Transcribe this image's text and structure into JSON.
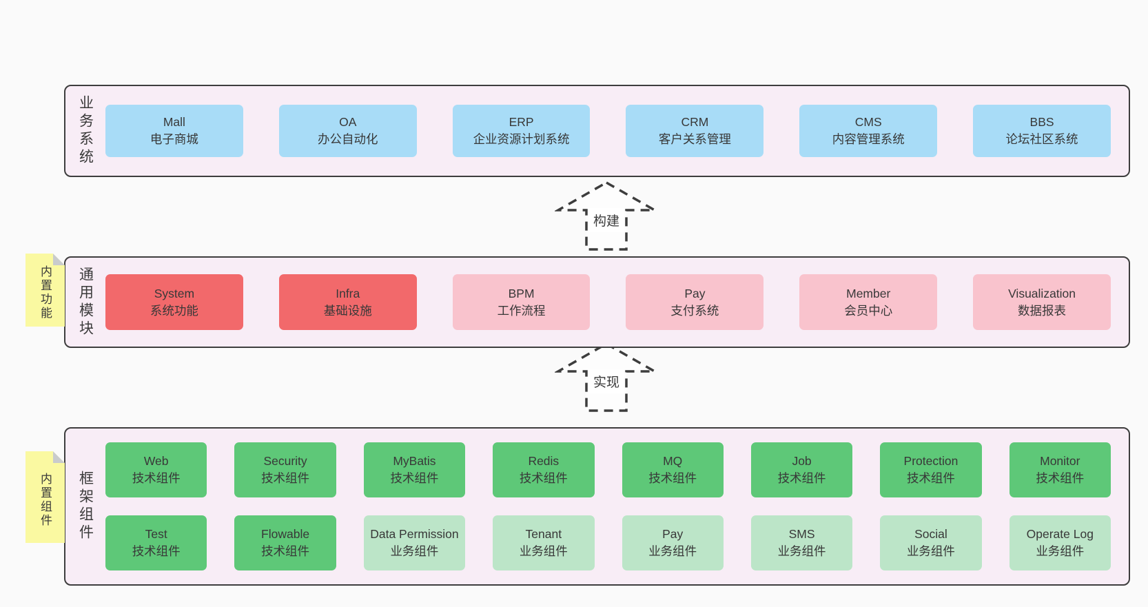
{
  "colors": {
    "page-background": "#fafafa",
    "container-fill": "#f8edf6",
    "outline": "#3d3d3d",
    "text": "#383838",
    "blue": "#a8dcf7",
    "red": "#f2696b",
    "pink": "#f9c3cd",
    "green": "#5ec878",
    "light-green": "#bce5c8",
    "note-yellow": "#faf9a1",
    "note-fold": "#c9cbcd"
  },
  "layers": [
    {
      "label": "业务系统",
      "rows": [
        [
          {
            "title": "Mall",
            "subtitle": "电子商城"
          },
          {
            "title": "OA",
            "subtitle": "办公自动化"
          },
          {
            "title": "ERP",
            "subtitle": "企业资源计划系统"
          },
          {
            "title": "CRM",
            "subtitle": "客户关系管理"
          },
          {
            "title": "CMS",
            "subtitle": "内容管理系统"
          },
          {
            "title": "BBS",
            "subtitle": "论坛社区系统"
          }
        ]
      ]
    },
    {
      "label": "通用模块",
      "note": "内置功能",
      "rows": [
        [
          {
            "title": "System",
            "subtitle": "系统功能"
          },
          {
            "title": "Infra",
            "subtitle": "基础设施"
          },
          {
            "title": "BPM",
            "subtitle": "工作流程"
          },
          {
            "title": "Pay",
            "subtitle": "支付系统"
          },
          {
            "title": "Member",
            "subtitle": "会员中心"
          },
          {
            "title": "Visualization",
            "subtitle": "数据报表"
          }
        ]
      ]
    },
    {
      "label": "框架组件",
      "note": "内置组件",
      "rows": [
        [
          {
            "title": "Web",
            "subtitle": "技术组件"
          },
          {
            "title": "Security",
            "subtitle": "技术组件"
          },
          {
            "title": "MyBatis",
            "subtitle": "技术组件"
          },
          {
            "title": "Redis",
            "subtitle": "技术组件"
          },
          {
            "title": "MQ",
            "subtitle": "技术组件"
          },
          {
            "title": "Job",
            "subtitle": "技术组件"
          },
          {
            "title": "Protection",
            "subtitle": "技术组件"
          },
          {
            "title": "Monitor",
            "subtitle": "技术组件"
          }
        ],
        [
          {
            "title": "Test",
            "subtitle": "技术组件"
          },
          {
            "title": "Flowable",
            "subtitle": "技术组件"
          },
          {
            "title": "Data Permission",
            "subtitle": "业务组件"
          },
          {
            "title": "Tenant",
            "subtitle": "业务组件"
          },
          {
            "title": "Pay",
            "subtitle": "业务组件"
          },
          {
            "title": "SMS",
            "subtitle": "业务组件"
          },
          {
            "title": "Social",
            "subtitle": "业务组件"
          },
          {
            "title": "Operate Log",
            "subtitle": "业务组件"
          }
        ]
      ]
    }
  ],
  "arrows": [
    {
      "label": "构建"
    },
    {
      "label": "实现"
    }
  ]
}
